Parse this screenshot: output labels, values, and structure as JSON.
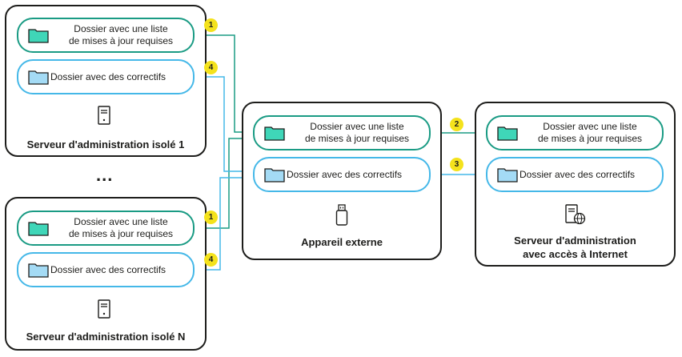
{
  "folders": {
    "updates_list": "Dossier avec une liste\nde mises à jour requises",
    "patches": "Dossier avec des correctifs"
  },
  "captions": {
    "isolated_1": "Serveur d'administration isolé 1",
    "isolated_n": "Serveur d'administration isolé N",
    "external": "Appareil externe",
    "internet": "Serveur d'administration\navec accès à Internet"
  },
  "ellipsis": "...",
  "steps": [
    "1",
    "2",
    "3",
    "4"
  ],
  "colors": {
    "green": "#1a9b84",
    "blue": "#45b8e8",
    "folder_green_fill": "#3fd6b8",
    "folder_blue_fill": "#a4dbf5",
    "badge": "#f4e21c",
    "border": "#1d1d1b"
  },
  "icons": {
    "server": "server-icon",
    "usb": "usb-drive-icon",
    "internet_server": "server-globe-icon",
    "folder": "folder-icon"
  }
}
